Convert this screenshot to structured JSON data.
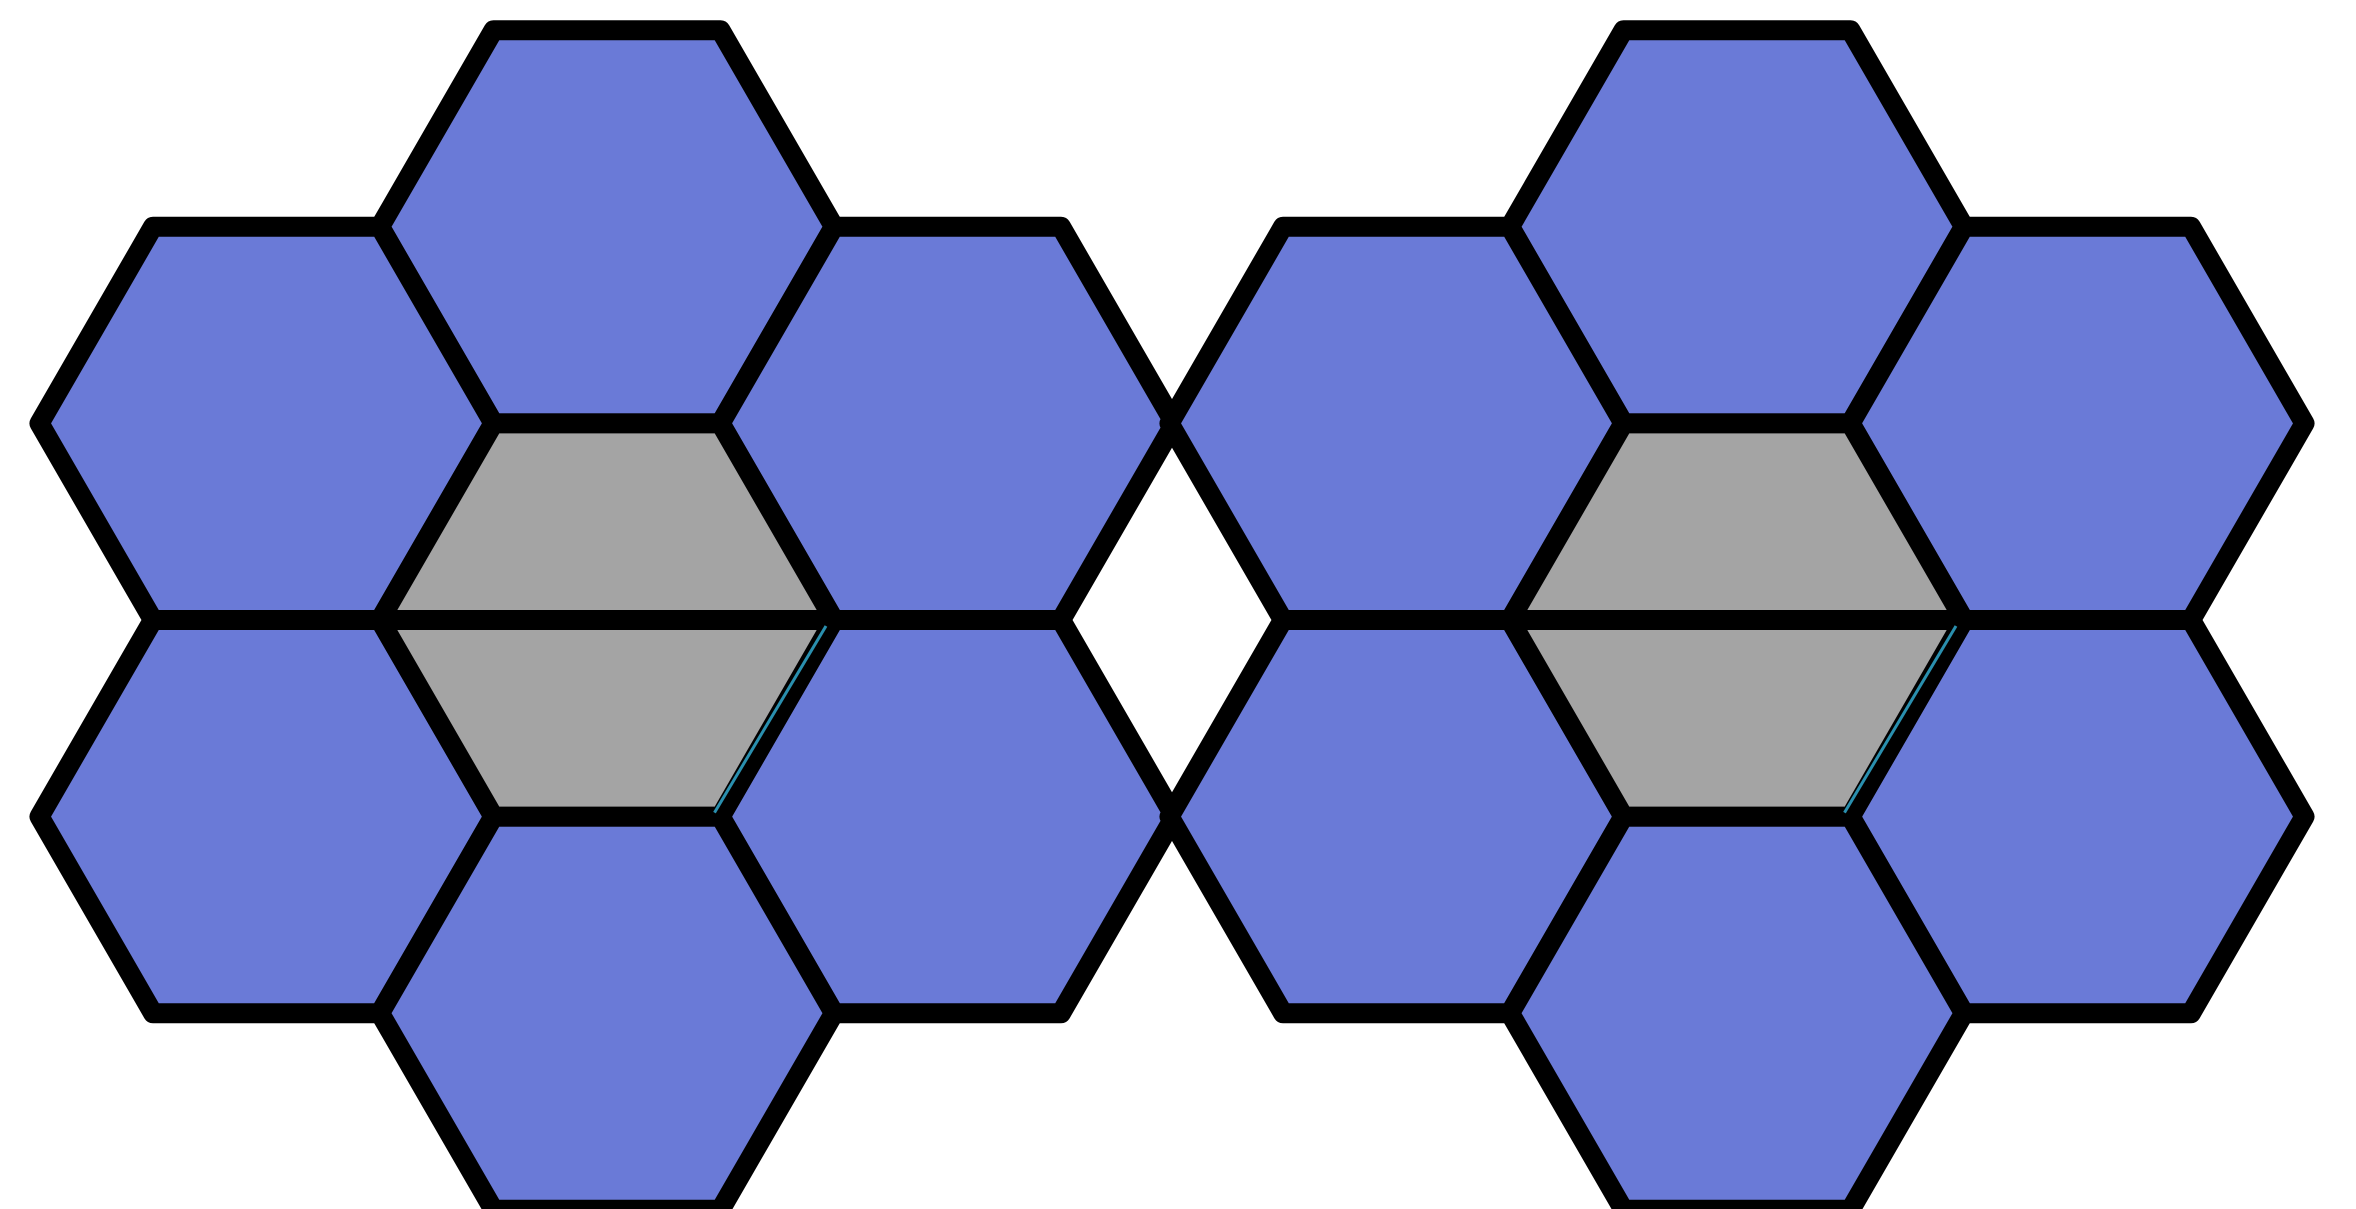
{
  "colors": {
    "background": "#ffffff",
    "hex_fill": "#6a7ad7",
    "center_fill": "#a4a4a4",
    "outline": "#000000",
    "accent_edge": "#2a8fae"
  },
  "figures": [
    {
      "id": "left",
      "hexagons": [
        "top",
        "upper-left",
        "upper-right",
        "lower-left",
        "lower-right",
        "bottom"
      ],
      "center_halves": [
        "upper",
        "lower"
      ]
    },
    {
      "id": "right",
      "hexagons": [
        "top",
        "upper-left",
        "upper-right",
        "lower-left",
        "lower-right",
        "bottom"
      ],
      "center_halves": [
        "upper",
        "lower"
      ]
    }
  ]
}
